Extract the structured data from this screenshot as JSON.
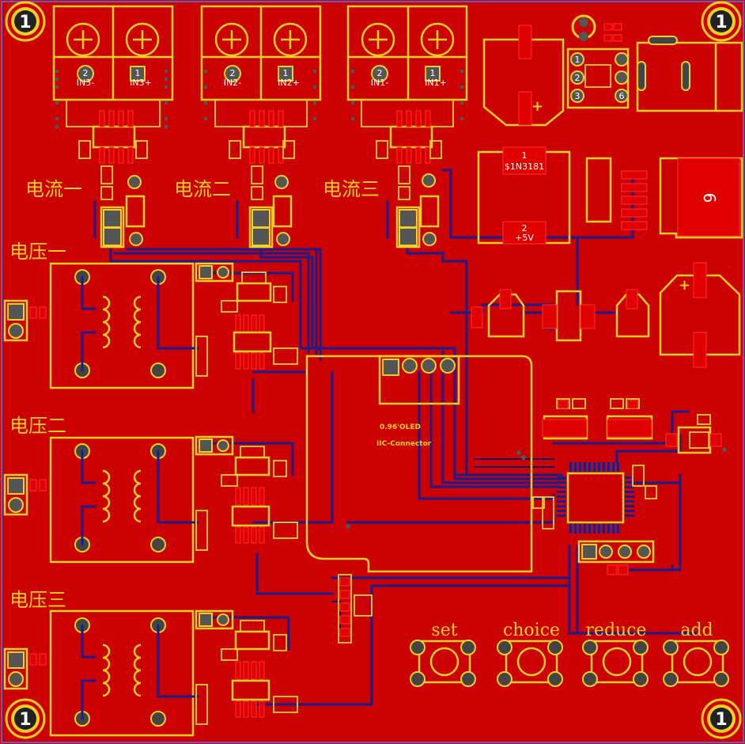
{
  "board": {
    "background": "#cc0000",
    "silkscreen": "#f0d020",
    "trace": "#1c1c8c"
  },
  "mounting_holes": [
    "1",
    "1",
    "1",
    "1"
  ],
  "terminals": [
    {
      "pin2": "2",
      "pin2_name": "IN3-",
      "pin1": "1",
      "pin1_name": "IN3+"
    },
    {
      "pin2": "2",
      "pin2_name": "IN2-",
      "pin1": "1",
      "pin1_name": "IN2+"
    },
    {
      "pin2": "2",
      "pin2_name": "IN1-",
      "pin1": "1",
      "pin1_name": "IN1+"
    }
  ],
  "current_labels": [
    "电流一",
    "电流二",
    "电流三"
  ],
  "voltage_labels": [
    "电压一",
    "电压二",
    "电压三"
  ],
  "regulator": {
    "pin1": "1",
    "pin1_net": "$1N3181",
    "pin2": "2",
    "pin2_net": "+5V"
  },
  "connector_pins": [
    "1",
    "2",
    "3",
    "6"
  ],
  "big_pad_label": "6",
  "oled": {
    "line1": "0.96'OLED",
    "line2": "IIC-Connector"
  },
  "buttons": [
    "set",
    "choice",
    "reduce",
    "add"
  ]
}
